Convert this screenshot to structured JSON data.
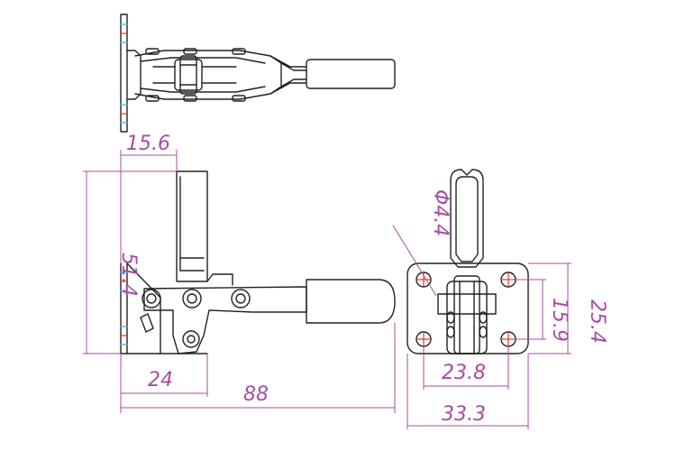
{
  "dimensions": {
    "top_offset": "15.6",
    "height": "51.4",
    "pivot_offset": "24",
    "overall_length": "88",
    "hole_diameter": "Φ4.4",
    "hole_spacing_horizontal": "23.8",
    "base_width": "33.3",
    "hole_spacing_vertical": "15.9",
    "base_height": "25.4"
  },
  "colors": {
    "outline": "#222222",
    "dimension": "#a64ca6",
    "center_mark": "#e03a1a",
    "hidden_mark": "#3ab8c8"
  }
}
